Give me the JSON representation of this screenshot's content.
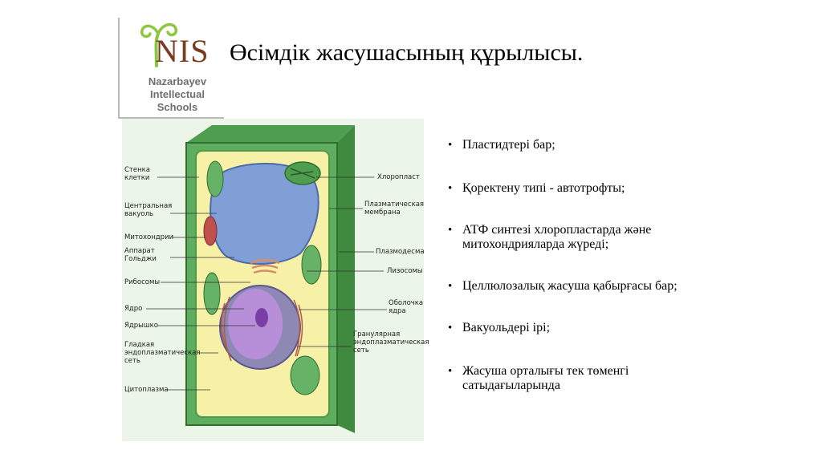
{
  "logo": {
    "name": "NIS",
    "line1": "Nazarbayev",
    "line2": "Intellectual",
    "line3": "Schools"
  },
  "title": "Өсімдік жасушасының құрылысы.",
  "diagram": {
    "labels_left": [
      "Стенка\nклетки",
      "Центральная\nвакуоль",
      "Митохондрии",
      "Аппарат\nГольджи",
      "Рибосомы",
      "Ядро",
      "Ядрышко",
      "Гладкая\nэндоплазматическая\nсеть",
      "Цитоплазма"
    ],
    "labels_right": [
      "Хлоропласт",
      "Плазматическая\nмембрана",
      "Плазмодесма",
      "Лизосомы",
      "Оболочка\nядра",
      "Гранулярная\nэндоплазматическая\nсеть"
    ]
  },
  "bullets": [
    "Пластидтері бар;",
    "Қоректену типі - автотрофты;",
    "АТФ синтезі хлоропластарда және митохондрияларда жүреді;",
    "Целлюлозалық жасуша қабырғасы бар;",
    "Вакуольдері ірі;",
    "Жасуша орталығы тек төменгі сатыдағыларында"
  ]
}
